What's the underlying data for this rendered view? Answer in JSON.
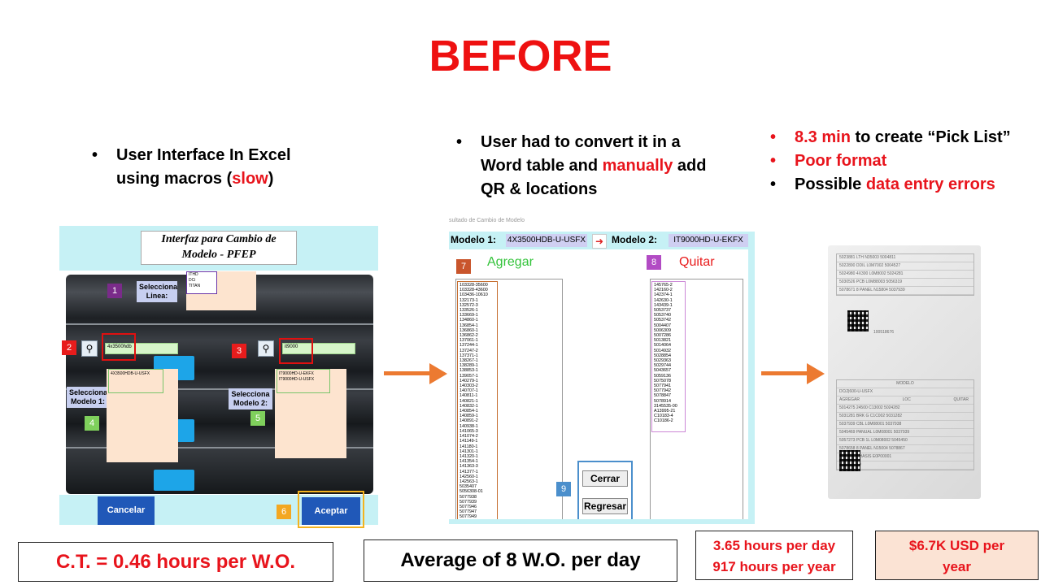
{
  "title": "BEFORE",
  "bullets_left": {
    "part1": "User Interface In Excel using macros (",
    "slow": "slow",
    "part2": ")"
  },
  "bullets_mid": {
    "part1": "User had to convert it in a Word table and ",
    "manually": "manually",
    "part2": " add QR & locations"
  },
  "bullets_right": [
    {
      "red": "8.3 min",
      "black": " to create “Pick List”"
    },
    {
      "red": "Poor format",
      "black": ""
    },
    {
      "black": "Possible ",
      "red": "data entry errors"
    }
  ],
  "panel1": {
    "title_line1": "Interfaz para Cambio de",
    "title_line2": "Modelo - PFEP",
    "step1": "1",
    "step2": "2",
    "step3": "3",
    "step4": "4",
    "step5": "5",
    "step6": "6",
    "selecciona_linea": "Selecciona Linea:",
    "line_options": [
      "ITHD",
      "DCi",
      "TITAN"
    ],
    "search1_value": "4x3500hdb",
    "search2_value": "it9000",
    "modelo1_label": "Selecciona Modelo 1:",
    "modelo2_label": "Selecciona Modelo 2:",
    "modelo1_value": "4X3500HDB-U-USFX",
    "modelo2_values": [
      "IT9000HD-U-EKFX",
      "IT9000HD-U-USFX"
    ],
    "cancel_button": "Cancelar",
    "accept_button": "Aceptar"
  },
  "panel2": {
    "window_caption": "sultado de Cambio de Modelo",
    "modelo1_label": "Modelo 1:",
    "modelo1_value": "4X3500HDB-U-USFX",
    "modelo2_label": "Modelo 2:",
    "modelo2_value": "IT9000HD-U-EKFX",
    "step7": "7",
    "step8": "8",
    "step9": "9",
    "agregar_label": "Agregar",
    "quitar_label": "Quitar",
    "agregar_list": "103328-35600\n103328-43600\n103436-10610\n132173-1\n132572-3\n133526-1\n133669-1\n134860-1\n136854-1\n136860-1\n136862-2\n137061-1\n137244-1\n137247-2\n137371-1\n138267-1\n138289-1\n138853-1\n139057-1\n140279-1\n140303-2\n140707-1\n140811-1\n140821-1\n140832-1\n140854-1\n140859-1\n140891-2\n140938-1\n141065-3\n141074-2\n141149-1\n141180-1\n141301-1\n141320-1\n141354-1\n141363-3\n141377-1\n142560-1\n142563-1\n5035407\n5056308-01\n5077938\n5077939\n5077946\n5077947\n5077949",
    "quitar_list": "145765-2\n142160-2\n142374-1\n142630-1\n143439-1\n5053737\n5053740\n5053742\n5004407\n5006309\n5007286\n5013821\n5014064\n5014932\n5028854\n5029363\n5029744\n5043657\n5059136\n5075078\n5077941\n5077942\n5078847\n5078914\n3145535-00\nA13995-21\nC10183-4\nC10186-2",
    "close_button": "Cerrar",
    "back_button": "Regresar"
  },
  "paper": {
    "rows_top": [
      "5023881 LTH   N35003  5004811",
      "5022890 DDIL  L0M7002 5004527",
      "5024980 4X300  L0M8002 5024281",
      "5030526 PCB  L0M88003 5056319",
      "5078671 8 PANEL  N15804  5037939"
    ],
    "model_label": "MODELO",
    "model_value": "DCi2|600-U-USFX",
    "cols": [
      "AGREGAR",
      "LOC",
      "QUITAR"
    ],
    "rows_bottom": [
      "5014275 24500  C13002  5024282",
      "5031281 BRK G  C1C002  5031282",
      "5037939 CBL  L0M08001 5037938",
      "5045469 PANUAL  L0M08001 5037939",
      "5057273 PCB 1L  L0M08002 5045450",
      "5078658 8 PANEL  N15004  5078867",
      "5086214 CHASIS  E0P00001",
      "3145535-00"
    ],
    "doc_no": "100518676"
  },
  "stats": {
    "ct": "C.T. = 0.46 hours per W.O.",
    "avg": "Average of 8 W.O. per day",
    "hours_day": "3.65 hours per day",
    "hours_year": "917 hours per year",
    "usd": "$6.7K USD per year"
  },
  "colors": {
    "accent_red": "#e8141c",
    "arrow": "#ec7a31",
    "cyan": "#c6f1f5",
    "peach": "#fde4cf"
  }
}
